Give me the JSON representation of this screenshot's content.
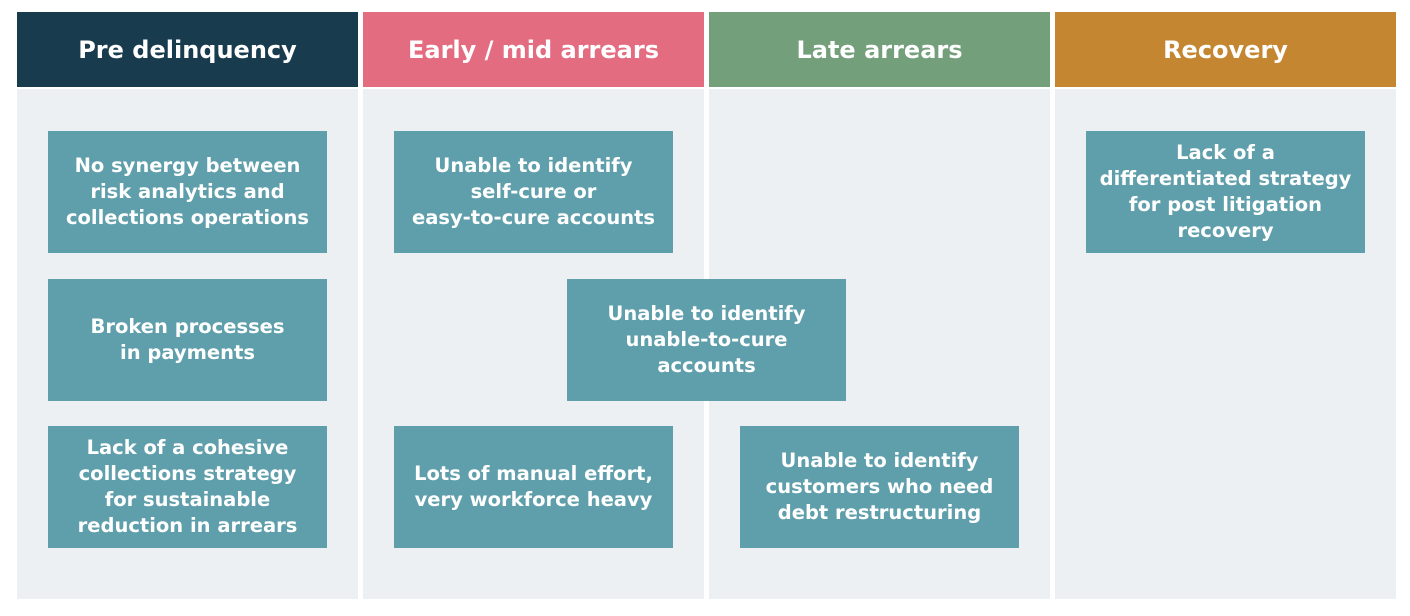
{
  "colors": {
    "pre_delinquency": "#183b4e",
    "early_mid_arrears": "#e36c80",
    "late_arrears": "#749f7b",
    "recovery": "#c48630",
    "box": "#5f9fab",
    "column_bg": "#edf0f3"
  },
  "headers": {
    "pre_delinquency": "Pre delinquency",
    "early_mid_arrears": "Early / mid arrears",
    "late_arrears": "Late arrears",
    "recovery": "Recovery"
  },
  "boxes": {
    "no_synergy": "No synergy between\nrisk analytics and\ncollections operations",
    "broken_processes": "Broken processes\nin payments",
    "cohesive_strategy": "Lack of a cohesive\ncollections strategy\nfor sustainable\nreduction in arrears",
    "self_cure": "Unable to identify\nself-cure or\neasy-to-cure accounts",
    "unable_to_cure": "Unable to identify\nunable-to-cure\naccounts",
    "manual_effort": "Lots of manual effort,\nvery workforce heavy",
    "debt_restructuring": "Unable to identify\ncustomers who need\ndebt restructuring",
    "post_litigation": "Lack of a\ndifferentiated strategy\nfor post litigation\nrecovery"
  }
}
